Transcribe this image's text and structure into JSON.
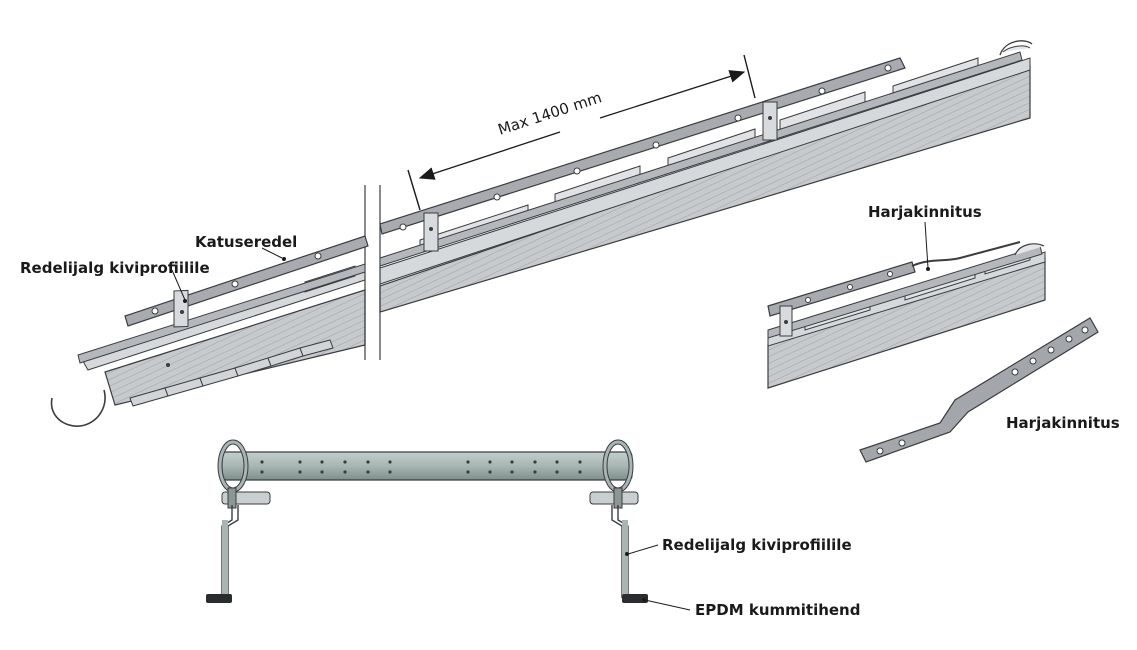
{
  "labels": {
    "dimension": "Max 1400 mm",
    "katuseredel": "Katuseredel",
    "redelijalg_top": "Redelijalg kiviprofiilile",
    "harjakinnitus_detail": "Harjakinnitus",
    "harjakinnitus_strap": "Harjakinnitus",
    "redelijalg_bottom": "Redelijalg kiviprofiilile",
    "epdm": "EPDM kummitihend"
  },
  "colors": {
    "metal_light": "#c9cccf",
    "metal_mid": "#a7abaf",
    "metal_dark": "#7c8085",
    "outline": "#3a3d40",
    "ladder_green": "#a8b5b3"
  }
}
